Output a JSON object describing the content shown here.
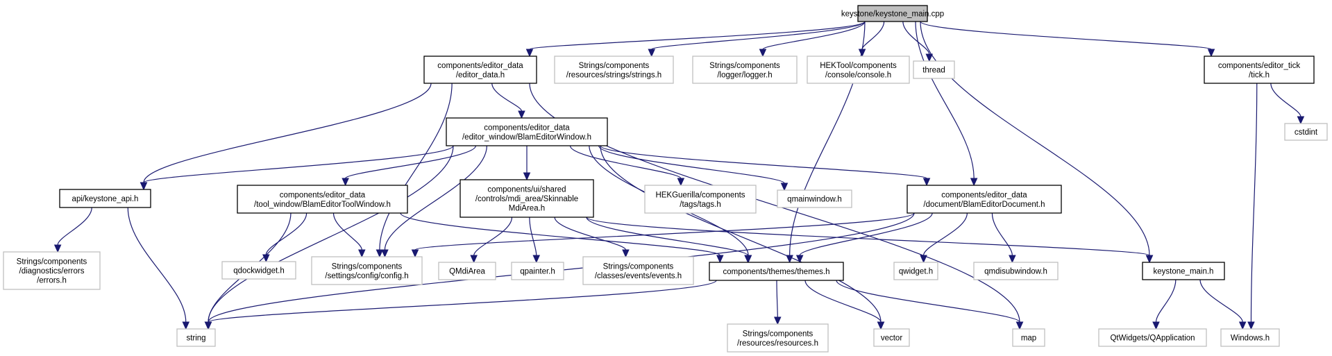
{
  "diagram": {
    "title": "keystone/keystone_main.cpp",
    "edge_color": "#191970",
    "nodes": [
      {
        "id": "root",
        "lines": [
          "keystone/keystone_main.cpp"
        ],
        "kind": "root"
      },
      {
        "id": "editor_data",
        "lines": [
          "components/editor_data",
          "/editor_data.h"
        ],
        "kind": "local"
      },
      {
        "id": "strings",
        "lines": [
          "Strings/components",
          "/resources/strings/strings.h"
        ],
        "kind": "ext"
      },
      {
        "id": "logger",
        "lines": [
          "Strings/components",
          "/logger/logger.h"
        ],
        "kind": "ext"
      },
      {
        "id": "console",
        "lines": [
          "HEKTool/components",
          "/console/console.h"
        ],
        "kind": "ext"
      },
      {
        "id": "thread",
        "lines": [
          "thread"
        ],
        "kind": "ext"
      },
      {
        "id": "tick",
        "lines": [
          "components/editor_tick",
          "/tick.h"
        ],
        "kind": "local"
      },
      {
        "id": "cstdint",
        "lines": [
          "cstdint"
        ],
        "kind": "ext"
      },
      {
        "id": "blam_window",
        "lines": [
          "components/editor_data",
          "/editor_window/BlamEditorWindow.h"
        ],
        "kind": "local"
      },
      {
        "id": "keystone_api",
        "lines": [
          "api/keystone_api.h"
        ],
        "kind": "local"
      },
      {
        "id": "tool_window",
        "lines": [
          "components/editor_data",
          "/tool_window/BlamEditorToolWindow.h"
        ],
        "kind": "local"
      },
      {
        "id": "mdi_area",
        "lines": [
          "components/ui/shared",
          "/controls/mdi_area/Skinnable",
          "MdiArea.h"
        ],
        "kind": "local"
      },
      {
        "id": "tags",
        "lines": [
          "HEKGuerilla/components",
          "/tags/tags.h"
        ],
        "kind": "ext"
      },
      {
        "id": "qmainwindow",
        "lines": [
          "qmainwindow.h"
        ],
        "kind": "ext"
      },
      {
        "id": "blam_document",
        "lines": [
          "components/editor_data",
          "/document/BlamEditorDocument.h"
        ],
        "kind": "local"
      },
      {
        "id": "errors",
        "lines": [
          "Strings/components",
          "/diagnostics/errors",
          "/errors.h"
        ],
        "kind": "ext"
      },
      {
        "id": "qdockwidget",
        "lines": [
          "qdockwidget.h"
        ],
        "kind": "ext"
      },
      {
        "id": "config",
        "lines": [
          "Strings/components",
          "/settings/config/config.h"
        ],
        "kind": "ext"
      },
      {
        "id": "qmdiarea",
        "lines": [
          "QMdiArea"
        ],
        "kind": "ext"
      },
      {
        "id": "qpainter",
        "lines": [
          "qpainter.h"
        ],
        "kind": "ext"
      },
      {
        "id": "events",
        "lines": [
          "Strings/components",
          "/classes/events/events.h"
        ],
        "kind": "ext"
      },
      {
        "id": "themes",
        "lines": [
          "components/themes/themes.h"
        ],
        "kind": "local"
      },
      {
        "id": "qwidget",
        "lines": [
          "qwidget.h"
        ],
        "kind": "ext"
      },
      {
        "id": "qmdisubwindow",
        "lines": [
          "qmdisubwindow.h"
        ],
        "kind": "ext"
      },
      {
        "id": "keystone_main_h",
        "lines": [
          "keystone_main.h"
        ],
        "kind": "local"
      },
      {
        "id": "string",
        "lines": [
          "string"
        ],
        "kind": "ext"
      },
      {
        "id": "resources",
        "lines": [
          "Strings/components",
          "/resources/resources.h"
        ],
        "kind": "ext"
      },
      {
        "id": "vector",
        "lines": [
          "vector"
        ],
        "kind": "ext"
      },
      {
        "id": "map",
        "lines": [
          "map"
        ],
        "kind": "ext"
      },
      {
        "id": "qapplication",
        "lines": [
          "QtWidgets/QApplication"
        ],
        "kind": "ext"
      },
      {
        "id": "windows",
        "lines": [
          "Windows.h"
        ],
        "kind": "ext"
      }
    ],
    "edges": [
      [
        "root",
        "editor_data"
      ],
      [
        "root",
        "strings"
      ],
      [
        "root",
        "logger"
      ],
      [
        "root",
        "console"
      ],
      [
        "root",
        "thread"
      ],
      [
        "root",
        "themes"
      ],
      [
        "root",
        "blam_document"
      ],
      [
        "root",
        "keystone_main_h"
      ],
      [
        "root",
        "tick"
      ],
      [
        "editor_data",
        "blam_window"
      ],
      [
        "editor_data",
        "keystone_api"
      ],
      [
        "editor_data",
        "config"
      ],
      [
        "editor_data",
        "map"
      ],
      [
        "tick",
        "cstdint"
      ],
      [
        "tick",
        "windows"
      ],
      [
        "blam_window",
        "keystone_api"
      ],
      [
        "blam_window",
        "tool_window"
      ],
      [
        "blam_window",
        "mdi_area"
      ],
      [
        "blam_window",
        "tags"
      ],
      [
        "blam_window",
        "qmainwindow"
      ],
      [
        "blam_window",
        "blam_document"
      ],
      [
        "blam_window",
        "config"
      ],
      [
        "blam_window",
        "themes"
      ],
      [
        "blam_window",
        "string"
      ],
      [
        "blam_window",
        "vector"
      ],
      [
        "keystone_api",
        "errors"
      ],
      [
        "keystone_api",
        "string"
      ],
      [
        "tool_window",
        "qdockwidget"
      ],
      [
        "tool_window",
        "config"
      ],
      [
        "tool_window",
        "string"
      ],
      [
        "tool_window",
        "themes"
      ],
      [
        "mdi_area",
        "qmdiarea"
      ],
      [
        "mdi_area",
        "qpainter"
      ],
      [
        "mdi_area",
        "events"
      ],
      [
        "mdi_area",
        "themes"
      ],
      [
        "mdi_area",
        "keystone_main_h"
      ],
      [
        "blam_document",
        "config"
      ],
      [
        "blam_document",
        "themes"
      ],
      [
        "blam_document",
        "string"
      ],
      [
        "blam_document",
        "qwidget"
      ],
      [
        "blam_document",
        "qmdisubwindow"
      ],
      [
        "themes",
        "string"
      ],
      [
        "themes",
        "resources"
      ],
      [
        "themes",
        "vector"
      ],
      [
        "themes",
        "map"
      ],
      [
        "keystone_main_h",
        "qapplication"
      ],
      [
        "keystone_main_h",
        "windows"
      ]
    ]
  }
}
